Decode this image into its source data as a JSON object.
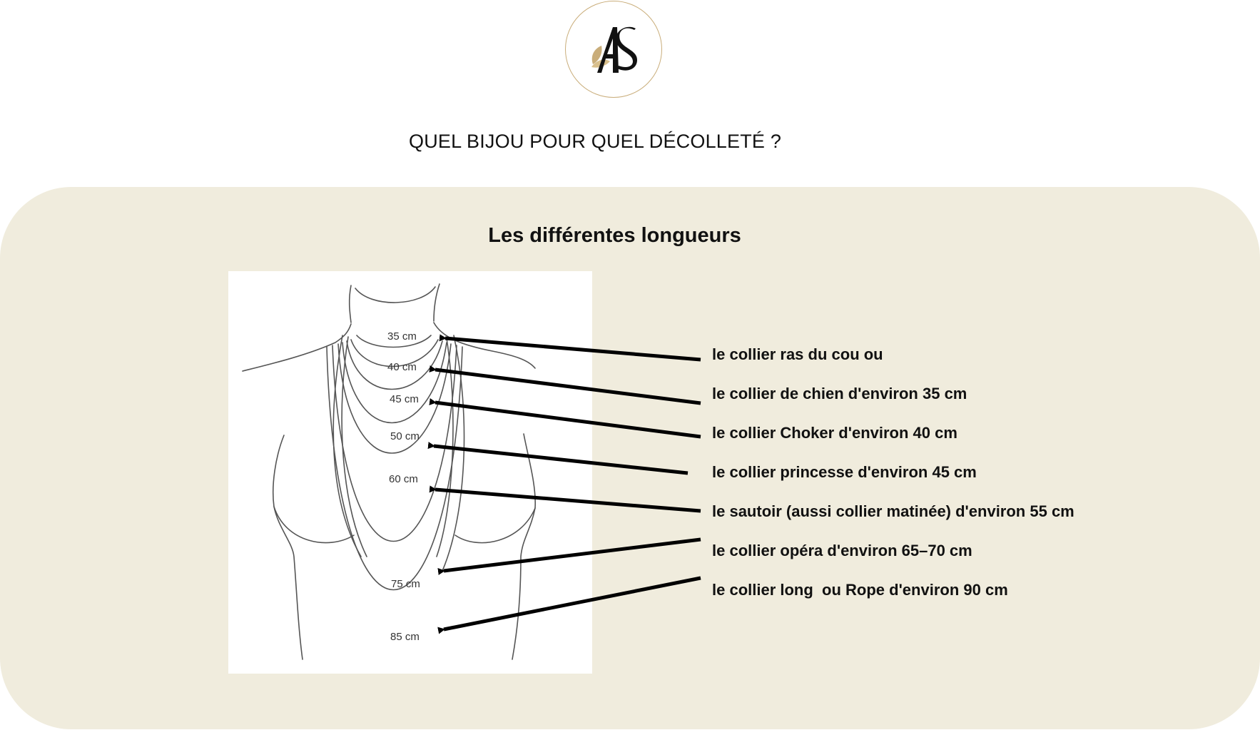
{
  "logo": {
    "text": "AS"
  },
  "page_title": "QUEL BIJOU POUR QUEL DÉCOLLETÉ ?",
  "section_title": "Les différentes longueurs",
  "lengths": [
    "35 cm",
    "40 cm",
    "45 cm",
    "50 cm",
    "60 cm",
    "75 cm",
    "85 cm"
  ],
  "descriptions": [
    "le collier ras du cou ou",
    "le collier de chien d'environ 35 cm",
    "le collier Choker d'environ 40 cm",
    "le collier princesse d'environ 45 cm",
    "le sautoir (aussi collier matinée) d'environ 55 cm",
    "le collier opéra d'environ 65–70 cm",
    "le collier long  ou Rope d'environ 90 cm"
  ],
  "colors": {
    "panel": "#f0ecdd",
    "logo_gold": "#c9ad7a",
    "ink": "#111111"
  }
}
